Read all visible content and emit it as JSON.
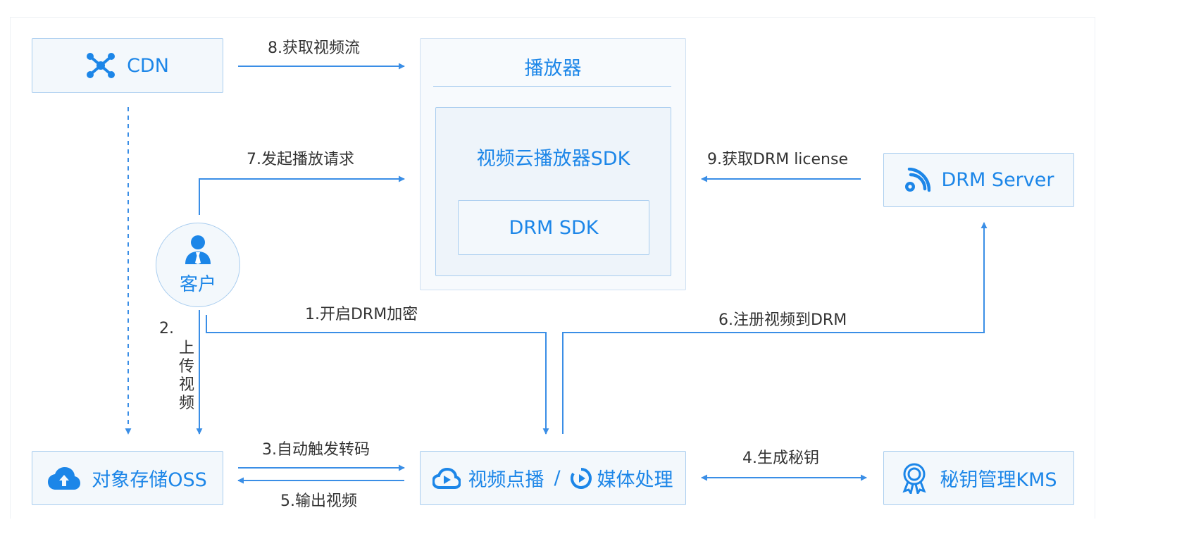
{
  "nodes": {
    "cdn": "CDN",
    "player": "播放器",
    "player_sdk": "视频云播放器SDK",
    "drm_sdk": "DRM SDK",
    "drm_server": "DRM Server",
    "customer": "客户",
    "oss": "对象存储OSS",
    "vod_a": "视频点播",
    "vod_sep": "/",
    "vod_b": "媒体处理",
    "kms": "秘钥管理KMS"
  },
  "edges": {
    "e1": "1.开启DRM加密",
    "e2_num": "2.",
    "e2_text": "上传视频",
    "e3": "3.自动触发转码",
    "e4": "4.生成秘钥",
    "e5": "5.输出视频",
    "e6": "6.注册视频到DRM",
    "e7": "7.发起播放请求",
    "e8": "8.获取视频流",
    "e9": "9.获取DRM license"
  },
  "colors": {
    "accent": "#1c86e8",
    "arrow": "#3a8ee6",
    "node_border": "#a9cdef",
    "node_fill": "#f3f8fc"
  },
  "icons": {
    "cdn": "network-nodes-icon",
    "drm_server": "rss-gear-icon",
    "customer": "person-icon",
    "oss": "cloud-upload-icon",
    "vod": "cloud-play-icon",
    "media": "play-circle-icon",
    "kms": "key-badge-icon"
  }
}
